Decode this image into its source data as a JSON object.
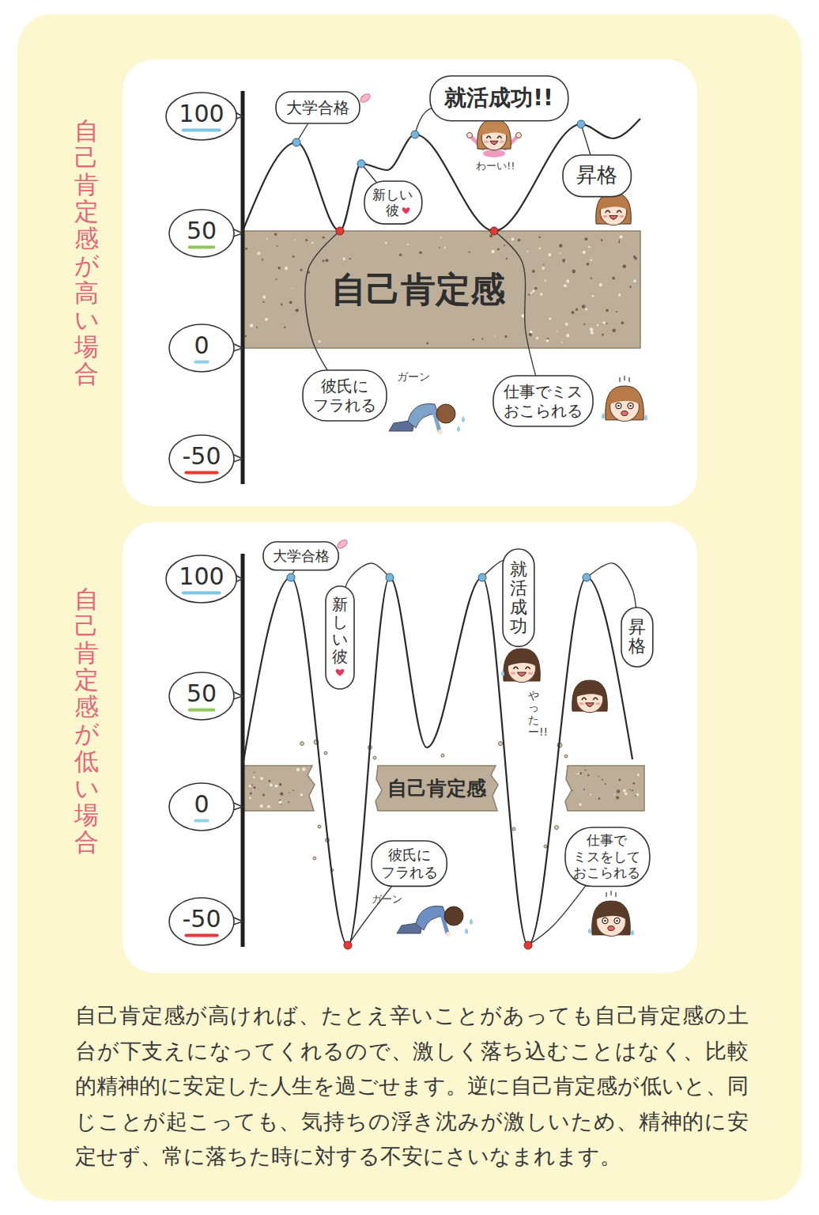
{
  "diagram": {
    "caption": "自己肯定感が高ければ、たとえ辛いことがあっても自己肯定感の土台が下支えになってくれるので、激しく落ち込むことはなく、比較的精神的に安定した人生を過ごせます。逆に自己肯定感が低いと、同じことが起こっても、気持ちの浮き沈みが激しいため、精神的に安定せず、常に落ちた時に対する不安にさいなまれます。",
    "nodes": [
      {
        "text": [
          "100"
        ]
      },
      {
        "text": [
          "大学合格"
        ]
      },
      {
        "text": [
          "就活成功!!"
        ]
      },
      {
        "text": [
          "新しい 彼"
        ]
      },
      {
        "text": [
          "昇格"
        ]
      },
      {
        "text": [
          "50"
        ]
      },
      {
        "text": [
          "自己肯定感"
        ]
      },
      {
        "text": [
          "0"
        ]
      },
      {
        "text": [
          "彼氏に フラれる"
        ]
      },
      {
        "text": [
          "仕事でミス おこられる"
        ]
      },
      {
        "text": [
          "-50"
        ]
      },
      {
        "text": [
          "100"
        ]
      },
      {
        "text": [
          "大学合格"
        ]
      },
      {
        "text": [
          "新しい彼"
        ]
      },
      {
        "text": [
          "就活成功"
        ]
      },
      {
        "text": [
          "昇格"
        ]
      },
      {
        "text": [
          "50"
        ]
      },
      {
        "text": [
          "自己肯定感"
        ]
      },
      {
        "text": [
          "0"
        ]
      },
      {
        "text": [
          "彼氏に フラれる"
        ]
      },
      {
        "text": [
          "仕事で ミスをして おこられる"
        ]
      },
      {
        "text": [
          "-50"
        ]
      }
    ],
    "labels": [
      "自己肯定感が高い場合",
      "わーい!!",
      "ガーン",
      "自己肯定感が低い場合",
      "やったー!!",
      "ガーン"
    ]
  }
}
